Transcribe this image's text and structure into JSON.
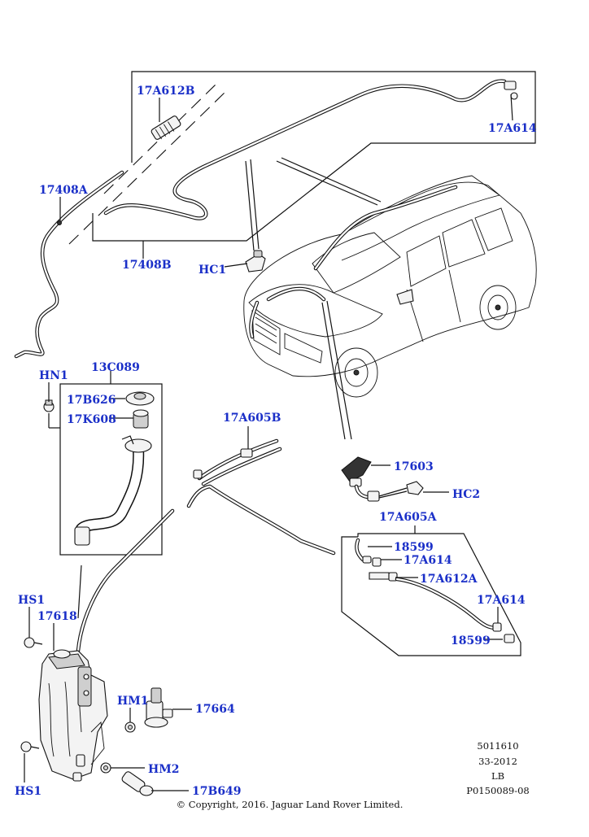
{
  "labels": {
    "p17A612B": "17A612B",
    "p17A614_top": "17A614",
    "p17408A": "17408A",
    "p17408B": "17408B",
    "pHC1": "HC1",
    "pHN1": "HN1",
    "p13C089": "13C089",
    "p17B626": "17B626",
    "p17K608": "17K608",
    "p17A605B": "17A605B",
    "p17603": "17603",
    "pHC2": "HC2",
    "p17A605A": "17A605A",
    "p18599_a": "18599",
    "p17A614_mid": "17A614",
    "p17A612A": "17A612A",
    "p17A614_low": "17A614",
    "p18599_b": "18599",
    "pHS1_top": "HS1",
    "p17618": "17618",
    "pHM1": "HM1",
    "p17664": "17664",
    "pHM2": "HM2",
    "p17B649": "17B649",
    "pHS1_bottom": "HS1"
  },
  "meta": {
    "code1": "5011610",
    "code2": "33-2012",
    "code3": "LB",
    "code4": "P0150089-08",
    "copyright": "© Copyright, 2016. Jaguar Land Rover Limited."
  },
  "colors": {
    "label": "#1a2fc8",
    "line": "#111111"
  }
}
